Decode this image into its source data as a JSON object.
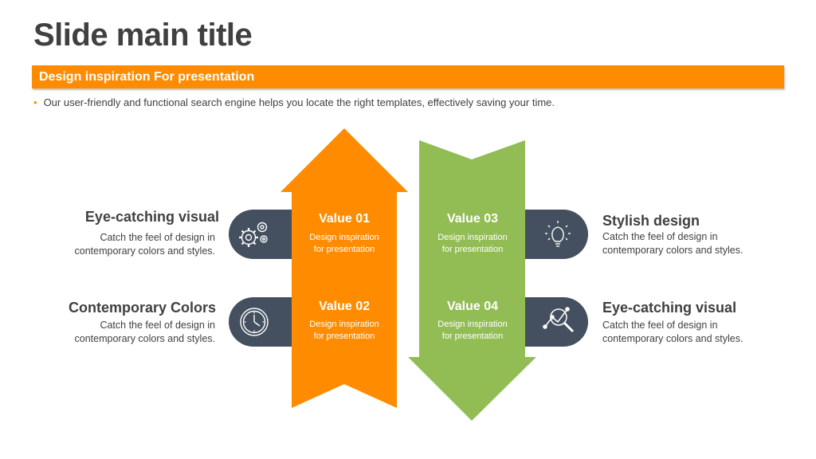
{
  "slide": {
    "title": "Slide main title",
    "banner": "Design inspiration For presentation",
    "bullet": "Our user-friendly and functional search engine helps you locate the right templates, effectively saving your time."
  },
  "colors": {
    "orange": "#ff8c00",
    "green": "#92bd55",
    "pill": "#44505f",
    "text": "#404040"
  },
  "left_items": [
    {
      "title": "Eye-catching visual",
      "desc_line1": "Catch the feel of design in",
      "desc_line2": "contemporary colors and styles.",
      "icon": "gears-icon"
    },
    {
      "title": "Contemporary Colors",
      "desc_line1": "Catch the feel of design in",
      "desc_line2": "contemporary colors and styles.",
      "icon": "clock-icon"
    }
  ],
  "right_items": [
    {
      "title": "Stylish design",
      "desc_line1": "Catch the feel of design in",
      "desc_line2": "contemporary colors and styles.",
      "icon": "lightbulb-icon"
    },
    {
      "title": "Eye-catching visual",
      "desc_line1": "Catch the feel of design in",
      "desc_line2": "contemporary colors and styles.",
      "icon": "magnifier-chart-icon"
    }
  ],
  "values": [
    {
      "title": "Value 01",
      "line1": "Design inspiration",
      "line2": "for presentation"
    },
    {
      "title": "Value 02",
      "line1": "Design inspiration",
      "line2": "for presentation"
    },
    {
      "title": "Value 03",
      "line1": "Design inspiration",
      "line2": "for presentation"
    },
    {
      "title": "Value 04",
      "line1": "Design inspiration",
      "line2": "for presentation"
    }
  ]
}
